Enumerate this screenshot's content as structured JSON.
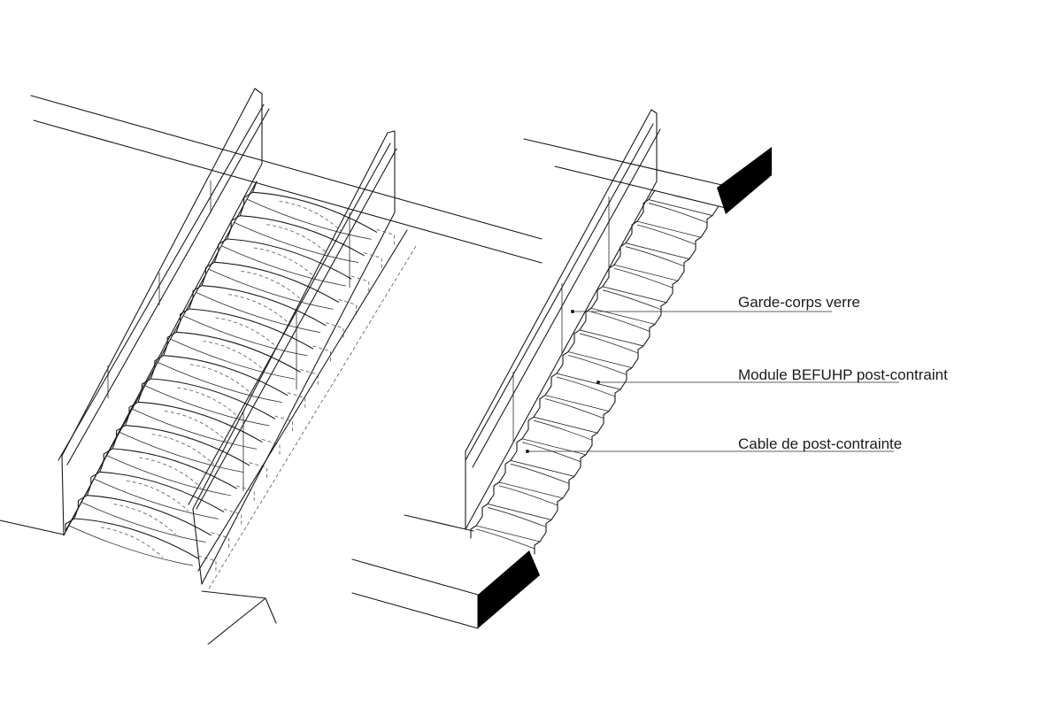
{
  "labels": {
    "glass_railing": "Garde-corps verre",
    "module": "Module BEFUHP post-contraint",
    "cable": "Cable de post-contrainte"
  },
  "colors": {
    "line": "#1a1a1a",
    "section_fill": "#000000",
    "background": "#ffffff"
  }
}
